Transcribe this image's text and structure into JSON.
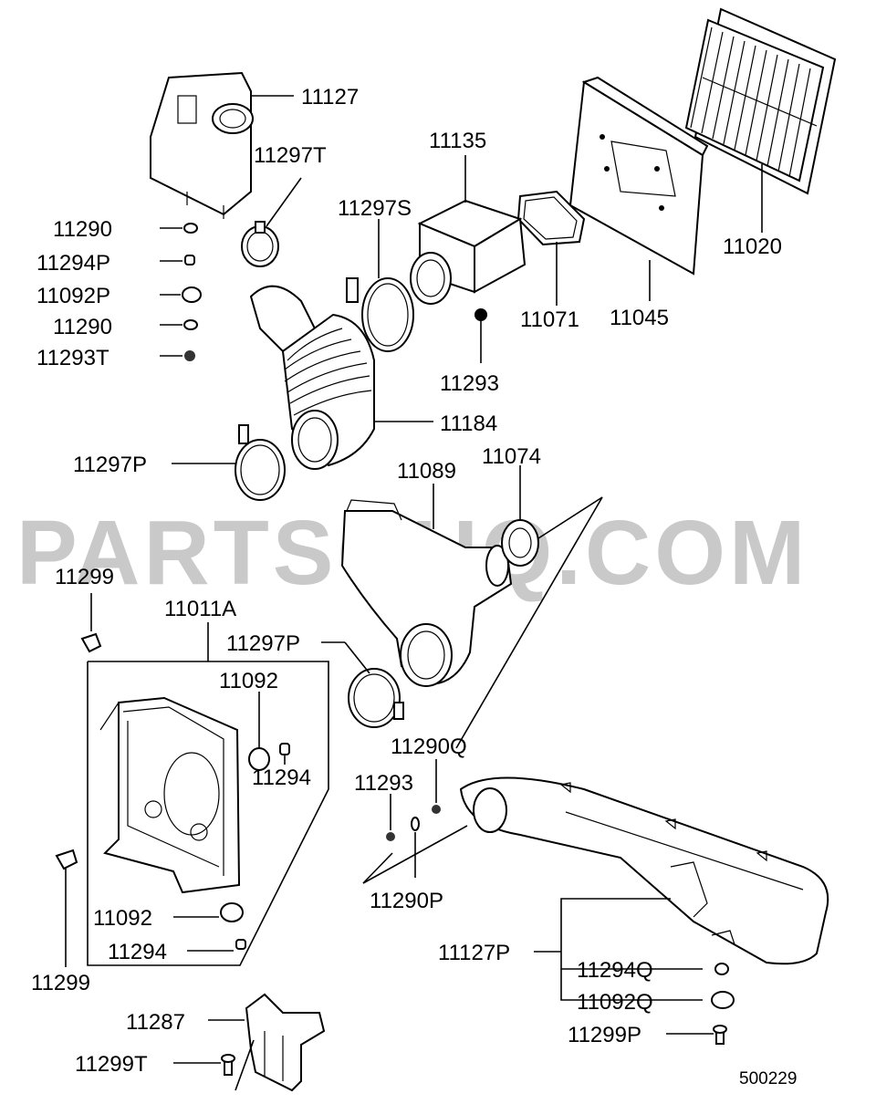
{
  "watermark": "PARTSOUQ.COM",
  "diagram_code": "500229",
  "labels": {
    "p11127": "11127",
    "p11297T": "11297T",
    "p11135": "11135",
    "p11297S": "11297S",
    "p11290a": "11290",
    "p11294P": "11294P",
    "p11092P": "11092P",
    "p11290b": "11290",
    "p11293T": "11293T",
    "p11020": "11020",
    "p11071": "11071",
    "p11045": "11045",
    "p11293a": "11293",
    "p11184": "11184",
    "p11297Pa": "11297P",
    "p11089": "11089",
    "p11074": "11074",
    "p11299a": "11299",
    "p11011A": "11011A",
    "p11297Pb": "11297P",
    "p11092a": "11092",
    "p11294a": "11294",
    "p11290Q": "11290Q",
    "p11293b": "11293",
    "p11290P": "11290P",
    "p11092b": "11092",
    "p11294b": "11294",
    "p11299b": "11299",
    "p11127P": "11127P",
    "p11294Q": "11294Q",
    "p11092Q": "11092Q",
    "p11299P": "11299P",
    "p11287": "11287",
    "p11299T": "11299T"
  }
}
